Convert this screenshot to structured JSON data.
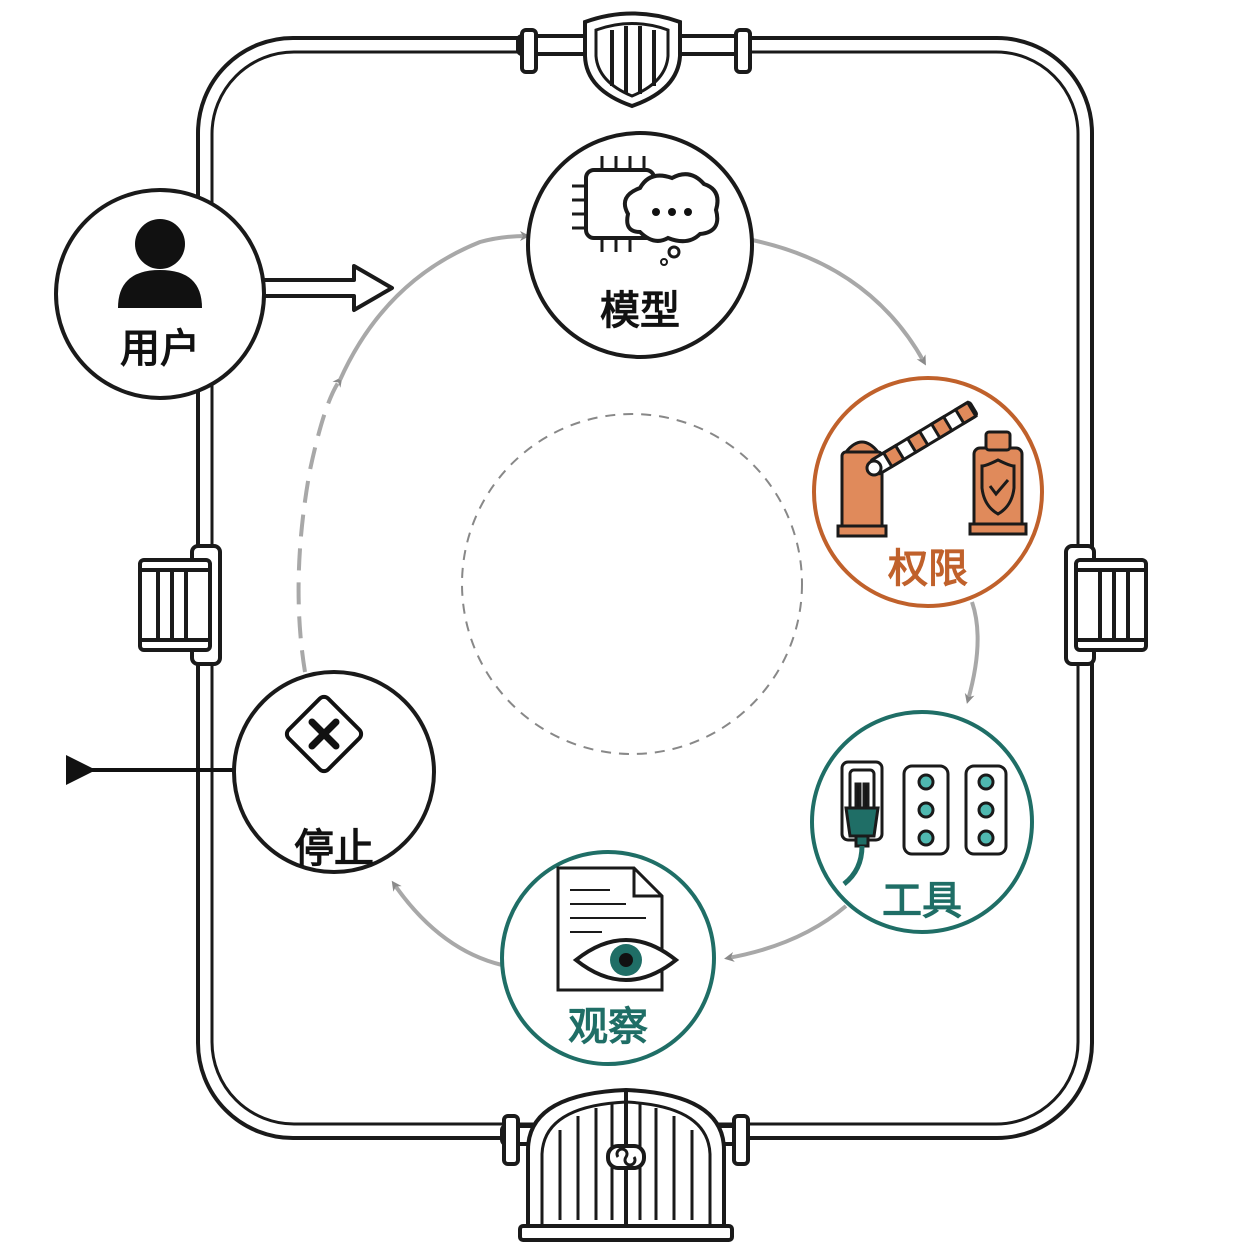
{
  "nodes": {
    "user": {
      "label": "用户",
      "icon": "user-icon"
    },
    "model": {
      "label": "模型",
      "icon": "chip-thought-icon"
    },
    "permission": {
      "label": "权限",
      "icon": "barrier-gate-shield-icon"
    },
    "tools": {
      "label": "工具",
      "icon": "plug-socket-icon"
    },
    "observe": {
      "label": "观察",
      "icon": "document-eye-icon"
    },
    "stop": {
      "label": "停止",
      "icon": "stop-diamond-x-icon"
    }
  },
  "colors": {
    "ink": "#1a1a1a",
    "orange": "#c0612b",
    "orange_fill": "#e08a5b",
    "teal": "#1f6e66",
    "teal_light": "#4fb8b0",
    "flow_gray": "#9a9a9a"
  }
}
